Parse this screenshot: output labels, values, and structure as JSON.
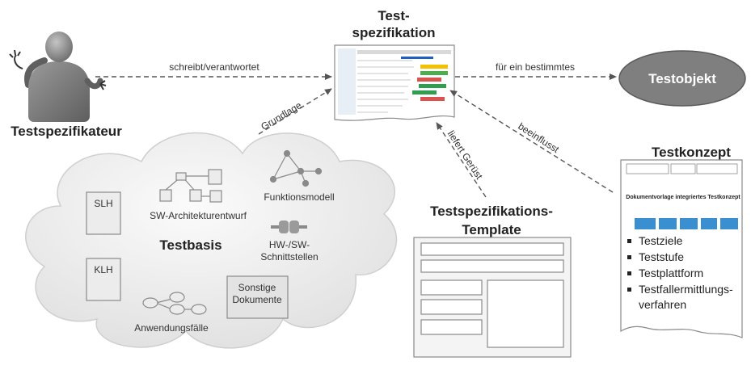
{
  "actor": {
    "label": "Testspezifikateur"
  },
  "spec": {
    "title_line1": "Test-",
    "title_line2": "spezifikation"
  },
  "object": {
    "label": "Testobjekt",
    "color": "#7f7f7f"
  },
  "edges": {
    "writes": "schreibt/verantwortet",
    "basis": "Grundlage",
    "for_object": "für ein bestimmtes",
    "influences": "beeinflusst",
    "skeleton": "liefert Gerüst"
  },
  "testbasis": {
    "title": "Testbasis",
    "slh": "SLH",
    "klh": "KLH",
    "sw_arch": "SW-Architekturentwurf",
    "funktionsmodell": "Funktionsmodell",
    "hw_sw_line1": "HW-/SW-",
    "hw_sw_line2": "Schnittstellen",
    "anwendungsfaelle": "Anwendungsfälle",
    "sonstige_line1": "Sonstige",
    "sonstige_line2": "Dokumente"
  },
  "template": {
    "title_line1": "Testspezifikations-",
    "title_line2": "Template"
  },
  "konzept": {
    "title": "Testkonzept",
    "doc_heading": "Dokumentvorlage integriertes Testkonzept",
    "items": [
      "Testziele",
      "Teststufe",
      "Testplattform",
      "Testfallermittlungs-"
    ],
    "item_cont": "verfahren"
  }
}
